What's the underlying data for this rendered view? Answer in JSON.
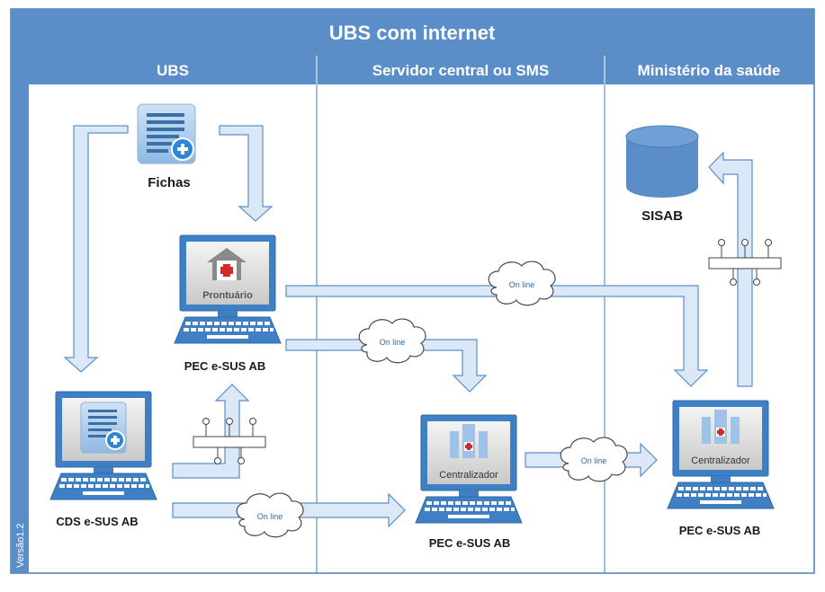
{
  "title": "UBS com internet",
  "columns": [
    {
      "label": "UBS"
    },
    {
      "label": "Servidor central ou SMS"
    },
    {
      "label": "Ministério da saúde"
    }
  ],
  "version": "Versão1.2",
  "nodes": {
    "fichas": "Fichas",
    "pec_ubs": "PEC e-SUS AB",
    "cds": "CDS  e-SUS AB",
    "pec_central": "PEC e-SUS AB",
    "pec_ministerio": "PEC e-SUS AB",
    "sisab": "SISAB"
  },
  "screen_labels": {
    "prontuario": "Prontuário",
    "centralizador_1": "Centralizador",
    "centralizador_2": "Centralizador"
  },
  "cloud_label": "On line",
  "colors": {
    "header": "#5b8ec8",
    "header_text": "#ffffff",
    "border": "#4a7db8",
    "arrow_fill": "#dbe8f7",
    "arrow_stroke": "#5b8ec8",
    "db": "#5b8ec8",
    "monitor": "#4a86c8"
  }
}
